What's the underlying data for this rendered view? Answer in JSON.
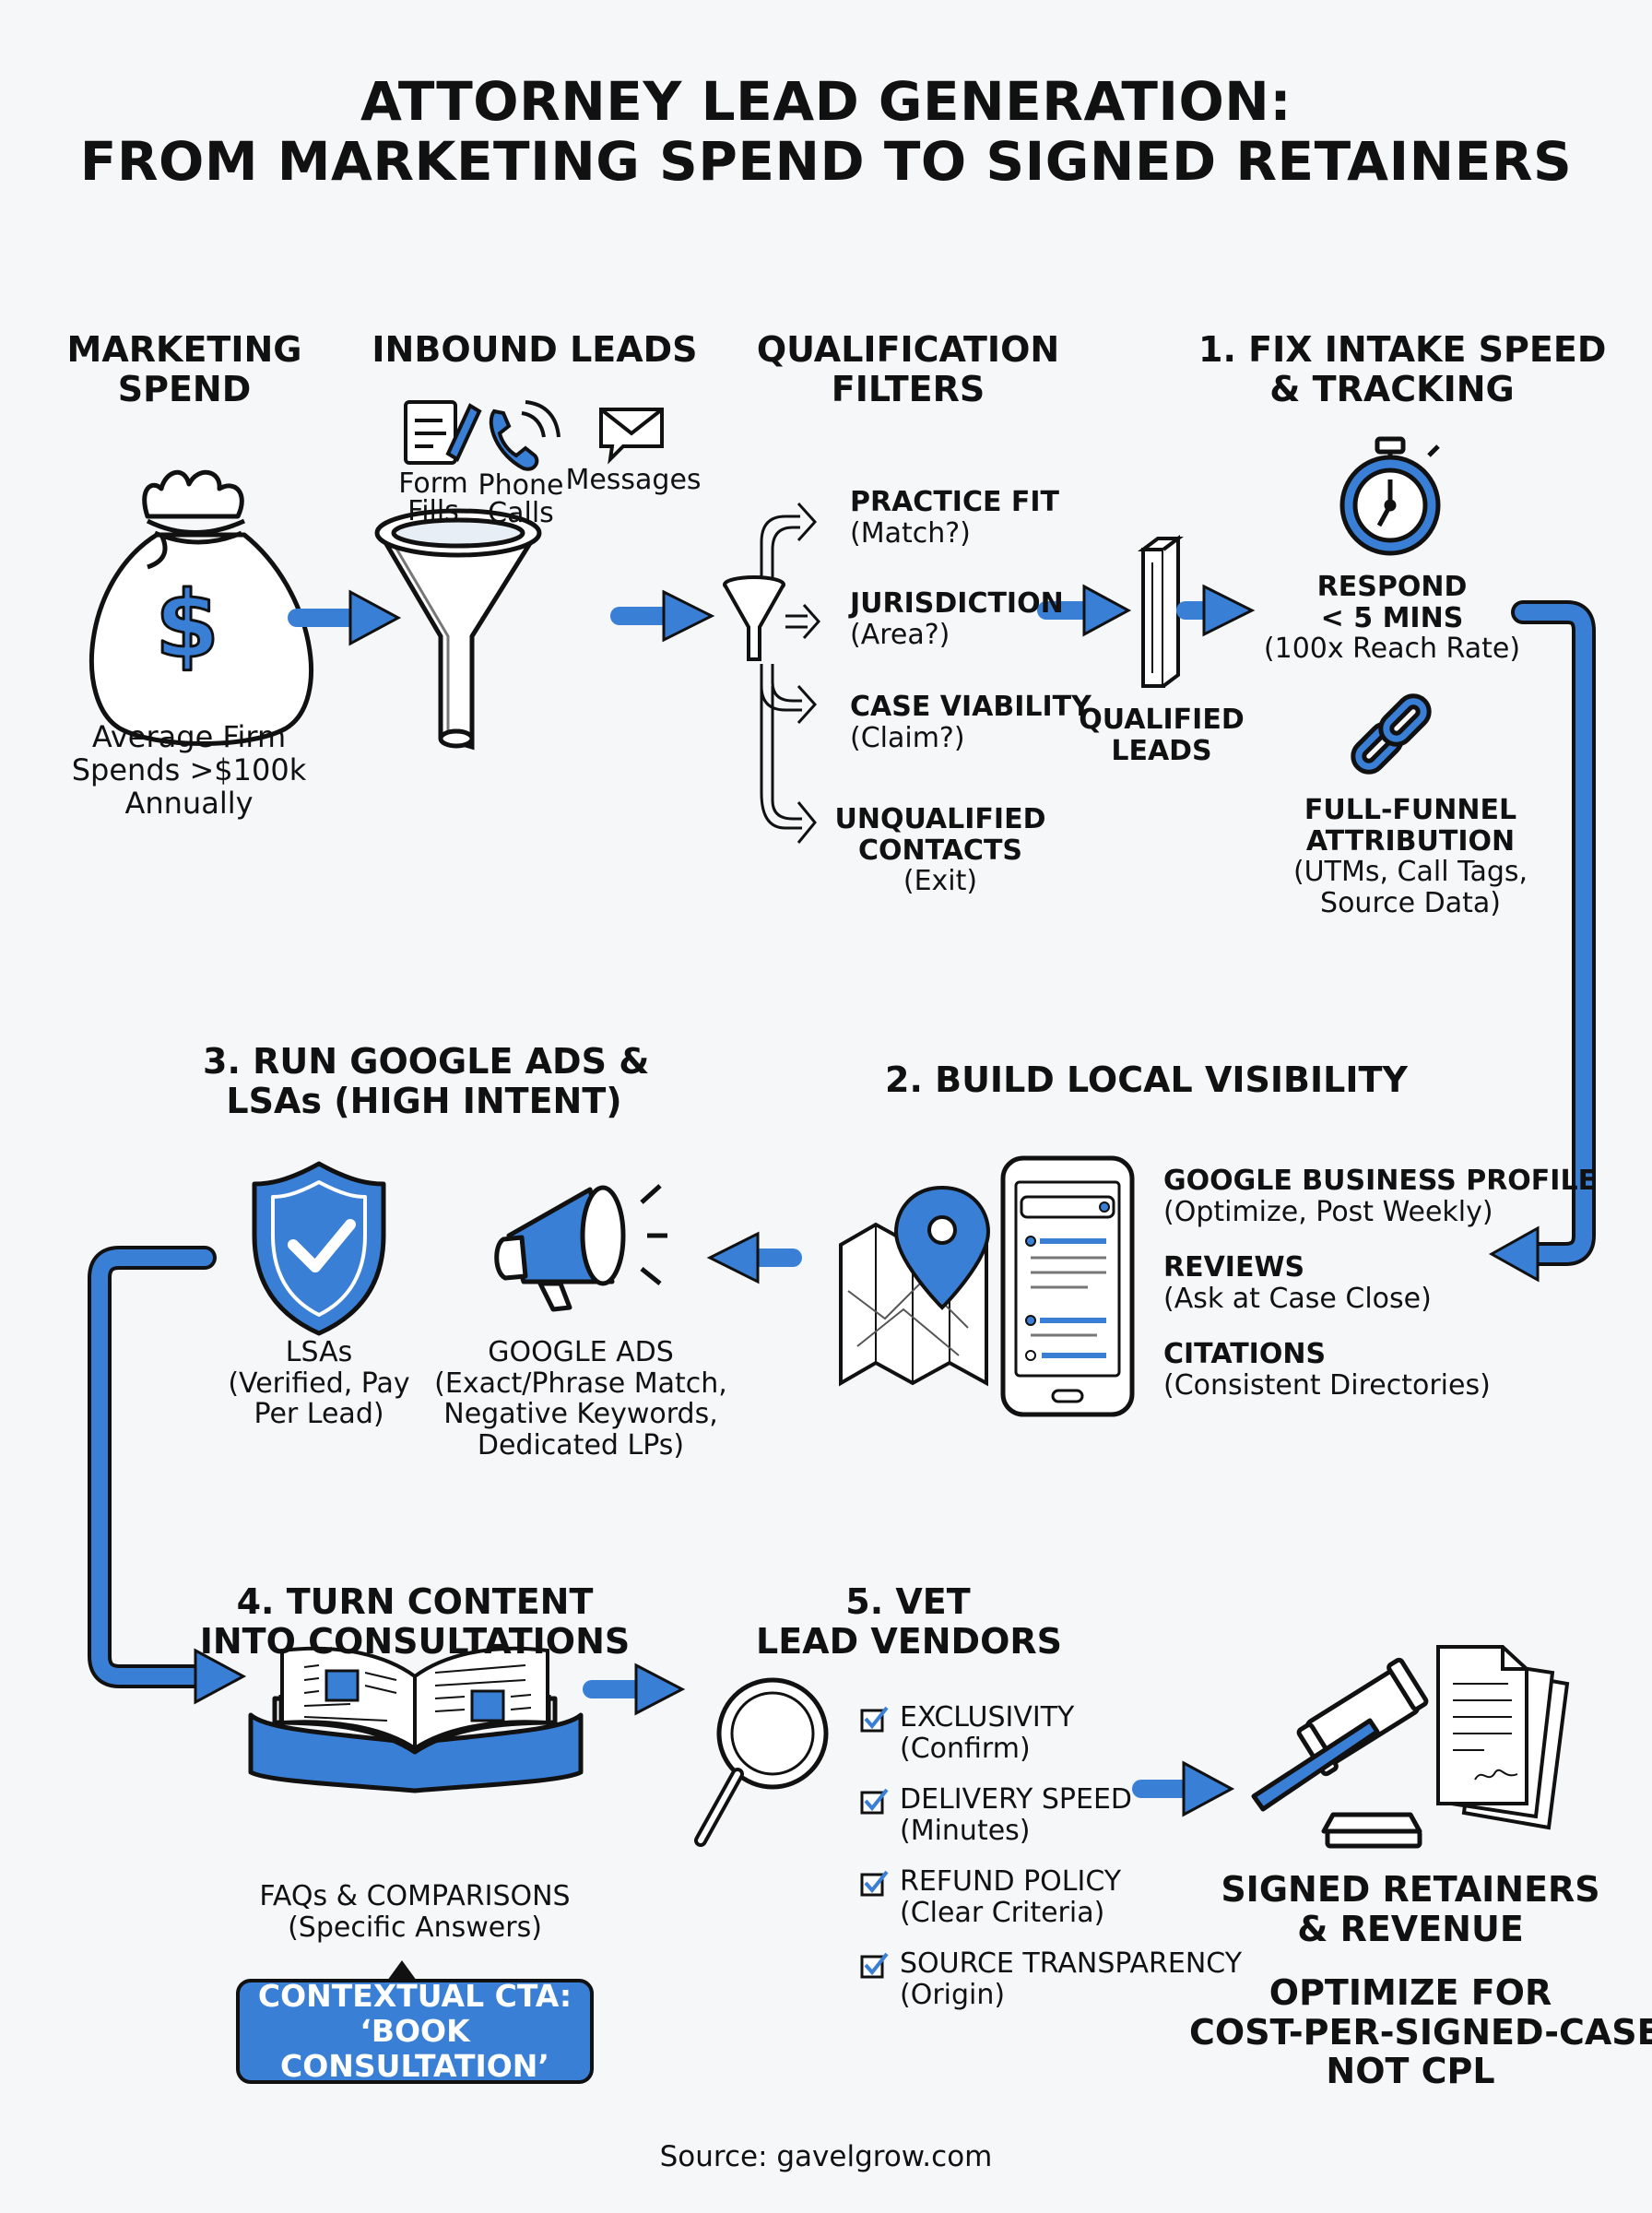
{
  "title": {
    "line1": "ATTORNEY LEAD GENERATION:",
    "line2": "FROM MARKETING SPEND TO SIGNED RETAINERS"
  },
  "marketing_spend": {
    "heading_l1": "MARKETING",
    "heading_l2": "SPEND",
    "desc_l1": "Average Firm",
    "desc_l2": "Spends >$100k",
    "desc_l3": "Annually"
  },
  "inbound_leads": {
    "heading": "INBOUND LEADS",
    "form_l1": "Form",
    "form_l2": "Fills",
    "phone_l1": "Phone",
    "phone_l2": "Calls",
    "messages": "Messages"
  },
  "qualification": {
    "heading_l1": "QUALIFICATION",
    "heading_l2": "FILTERS",
    "filters": [
      {
        "label": "PRACTICE FIT",
        "note": "(Match?)"
      },
      {
        "label": "JURISDICTION",
        "note": "(Area?)"
      },
      {
        "label": "CASE VIABILITY",
        "note": "(Claim?)"
      }
    ],
    "unqualified_l1": "UNQUALIFIED",
    "unqualified_l2": "CONTACTS",
    "unqualified_note": "(Exit)",
    "qualified_l1": "QUALIFIED",
    "qualified_l2": "LEADS"
  },
  "step1": {
    "heading_l1": "1. FIX INTAKE SPEED",
    "heading_l2": "& TRACKING",
    "respond_l1": "RESPOND",
    "respond_l2": "< 5 MINS",
    "respond_note": "(100x Reach Rate)",
    "attr_l1": "FULL-FUNNEL",
    "attr_l2": "ATTRIBUTION",
    "attr_note_l1": "(UTMs, Call Tags,",
    "attr_note_l2": "Source Data)"
  },
  "step2": {
    "heading": "2. BUILD LOCAL VISIBILITY",
    "items": [
      {
        "label": "GOOGLE BUSINESS PROFILE",
        "note": "(Optimize, Post Weekly)"
      },
      {
        "label": "REVIEWS",
        "note": "(Ask at Case Close)"
      },
      {
        "label": "CITATIONS",
        "note": "(Consistent Directories)"
      }
    ]
  },
  "step3": {
    "heading_l1": "3. RUN GOOGLE ADS &",
    "heading_l2": "LSAs (HIGH INTENT)",
    "lsa_l1": "LSAs",
    "lsa_l2": "(Verified, Pay",
    "lsa_l3": "Per Lead)",
    "ads_l1": "GOOGLE ADS",
    "ads_l2": "(Exact/Phrase Match,",
    "ads_l3": "Negative Keywords,",
    "ads_l4": "Dedicated LPs)"
  },
  "step4": {
    "heading_l1": "4. TURN CONTENT",
    "heading_l2": "INTO CONSULTATIONS",
    "faq_l1": "FAQs & COMPARISONS",
    "faq_l2": "(Specific Answers)",
    "cta_l1": "CONTEXTUAL CTA:",
    "cta_l2": "‘BOOK CONSULTATION’"
  },
  "step5": {
    "heading_l1": "5. VET",
    "heading_l2": "LEAD VENDORS",
    "checks": [
      {
        "label": "EXCLUSIVITY",
        "note": "(Confirm)"
      },
      {
        "label": "DELIVERY SPEED",
        "note": "(Minutes)"
      },
      {
        "label": "REFUND POLICY",
        "note": "(Clear Criteria)"
      },
      {
        "label": "SOURCE TRANSPARENCY",
        "note": "(Origin)"
      }
    ]
  },
  "outcome": {
    "heading_l1": "SIGNED RETAINERS",
    "heading_l2": "& REVENUE",
    "optimize_l1": "OPTIMIZE FOR",
    "optimize_l2": "COST-PER-SIGNED-CASE,",
    "optimize_l3": "NOT CPL"
  },
  "source": "Source: gavelgrow.com",
  "colors": {
    "accent": "#3a7fd6",
    "accent_light": "#7fb1ea",
    "ink": "#111111",
    "background": "#f5f7f8"
  }
}
